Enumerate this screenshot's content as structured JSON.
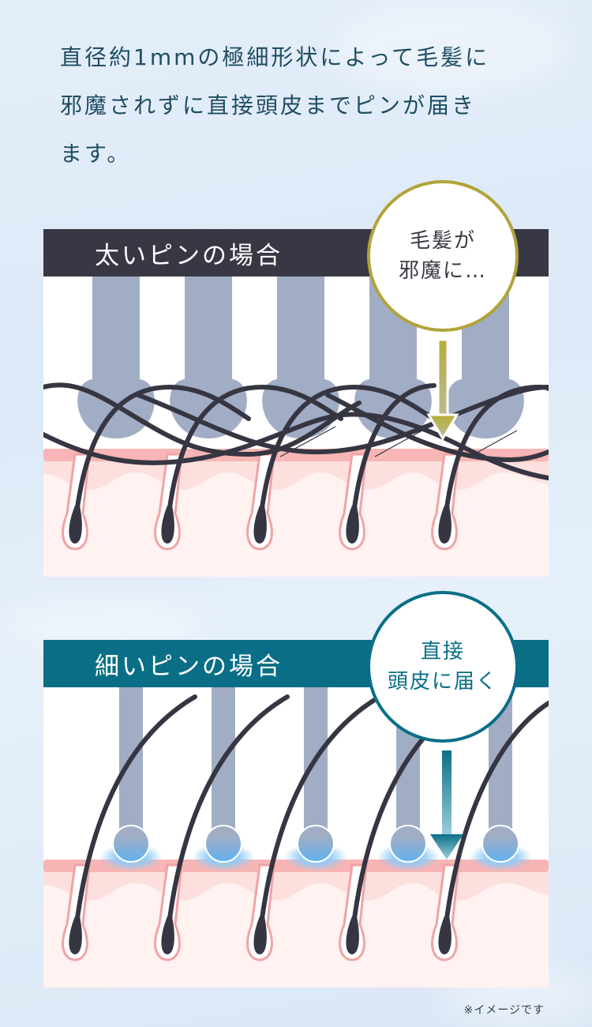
{
  "intro": {
    "lines": [
      "直径約1mmの極細形状によって毛髪に",
      "邪魔されずに直接頭皮までピンが届き",
      "ます。"
    ]
  },
  "thick_pin_panel": {
    "title": "太いピンの場合",
    "header_color": "#383844",
    "bubble": {
      "lines": [
        "毛髪が",
        "邪魔に…"
      ],
      "border_color": "#b0a43a",
      "text_color": "#3a3a44",
      "arrow_icon": "arrow-down-icon"
    },
    "pin_color": "#a1adc4",
    "hair_color": "#363642",
    "skin_top_color": "#f7b5b5",
    "skin_mid_color": "#fde0de",
    "skin_base_color": "#fff2f1"
  },
  "thin_pin_panel": {
    "title": "細いピンの場合",
    "header_color": "#0a6f86",
    "bubble": {
      "lines": [
        "直接",
        "頭皮に届く"
      ],
      "border_color": "#0a6f86",
      "text_color": "#0a6f86",
      "arrow_icon": "arrow-down-icon"
    },
    "pin_color": "#a1adc4",
    "pin_tip_glow_color": "#6fb8ef",
    "hair_color": "#363642"
  },
  "footnote": "※イメージです"
}
